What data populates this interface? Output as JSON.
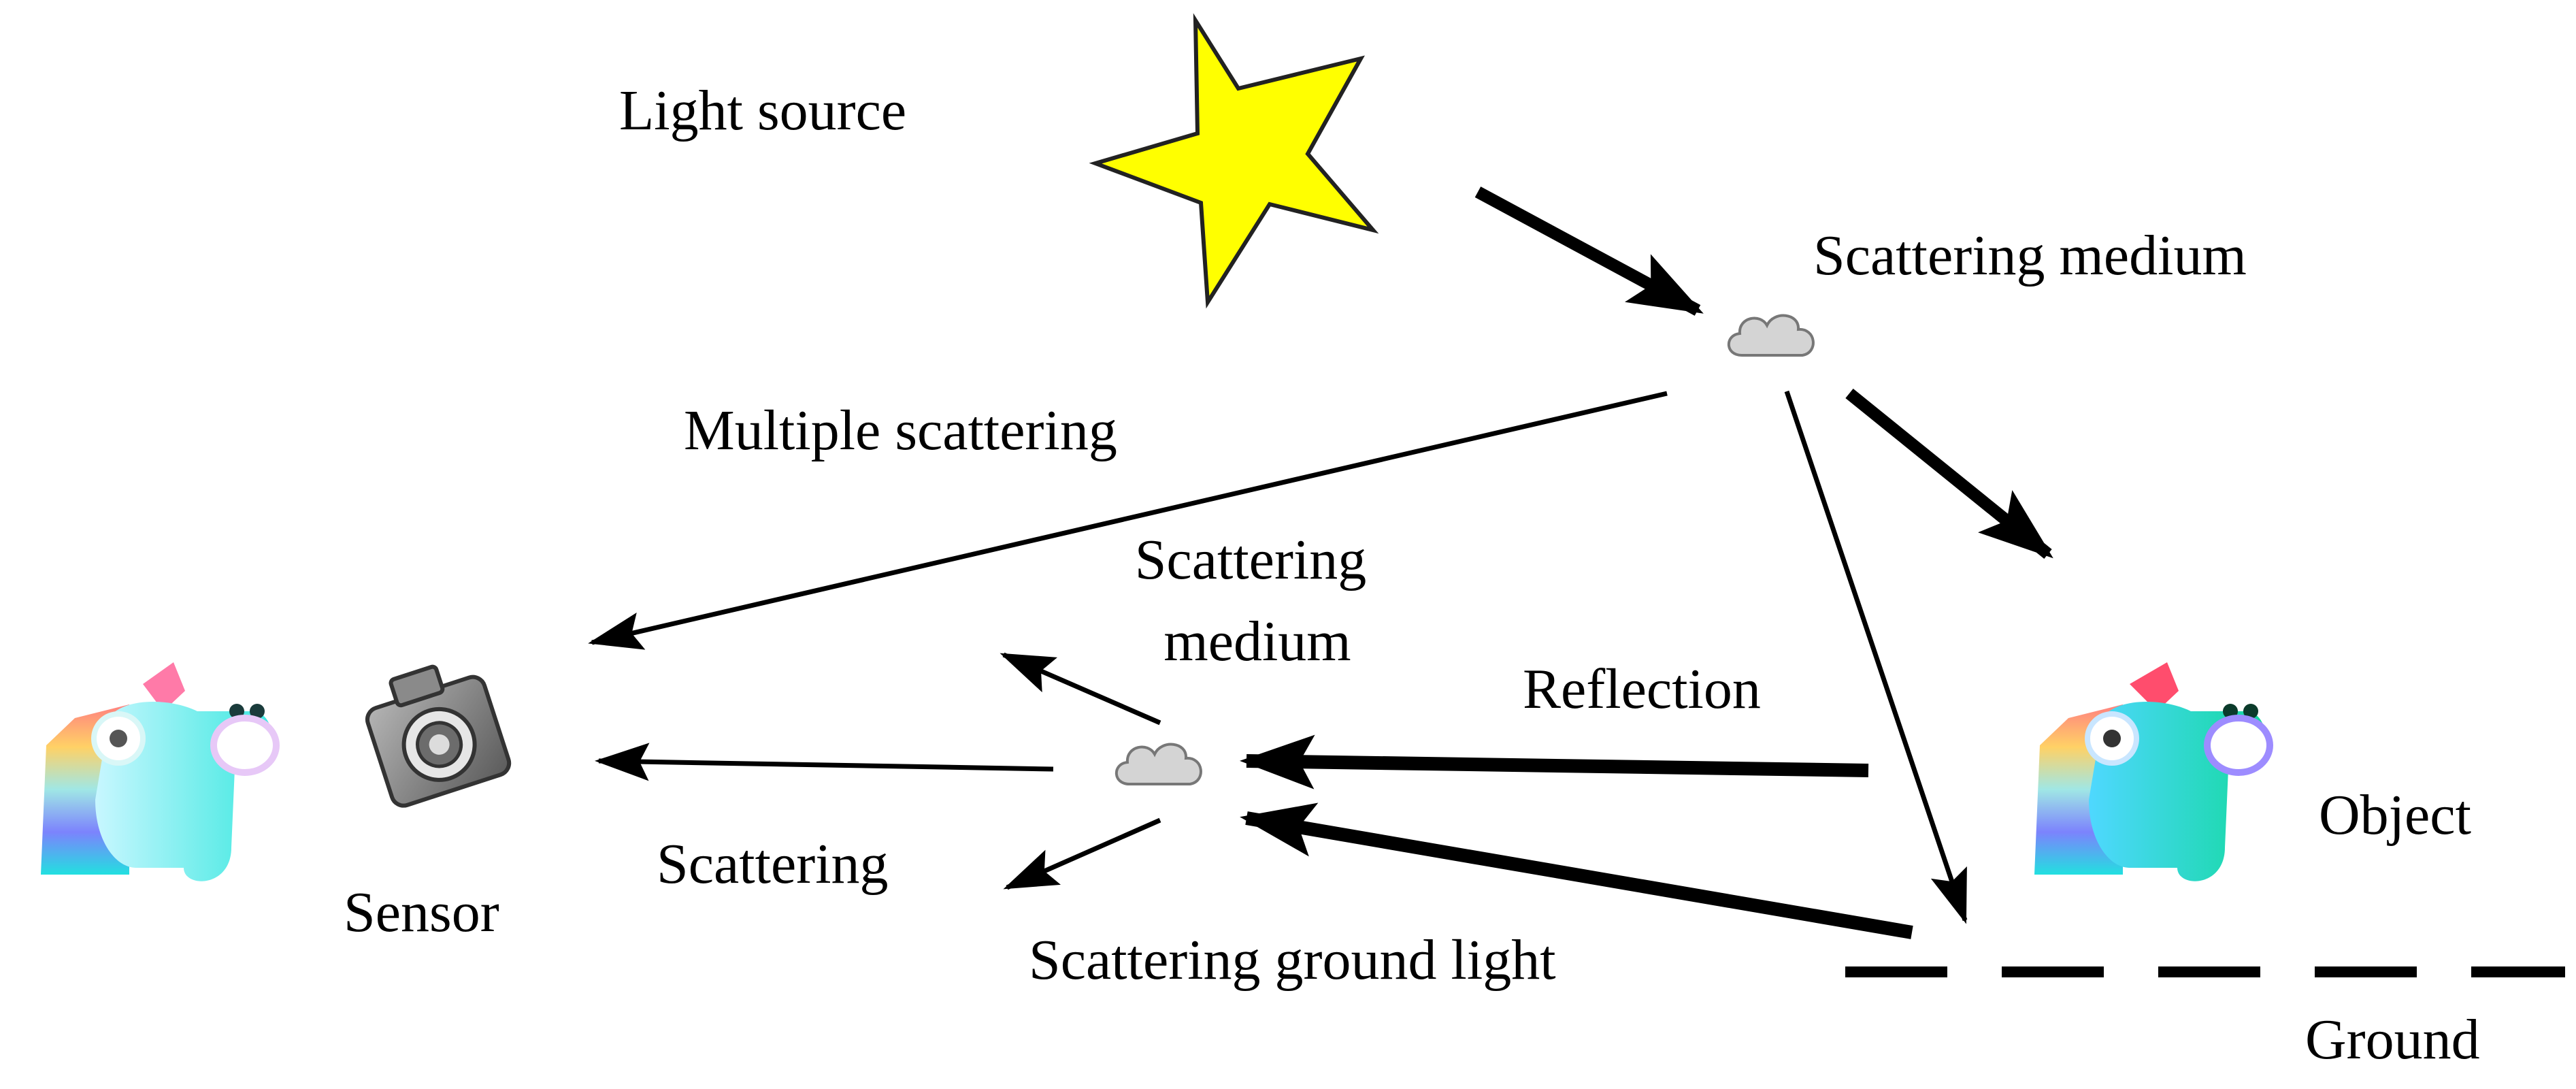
{
  "labels": {
    "light_source": "Light source",
    "scattering_medium_top": "Scattering medium",
    "multiple_scattering": "Multiple scattering",
    "scattering_medium_mid_line1": "Scattering",
    "scattering_medium_mid_line2": "medium",
    "reflection": "Reflection",
    "object": "Object",
    "sensor": "Sensor",
    "scattering": "Scattering",
    "scattering_ground_light": "Scattering ground light",
    "ground": "Ground"
  },
  "icons": {
    "light_source": "star-icon",
    "medium": "cloud-icon",
    "sensor": "camera-icon",
    "mascot": "unicorn-head-icon"
  },
  "colors": {
    "star_fill": "#ffff00",
    "cloud_fill": "#d4d4d4",
    "camera_fill": "#8a8a8a",
    "arrow": "#000000"
  }
}
